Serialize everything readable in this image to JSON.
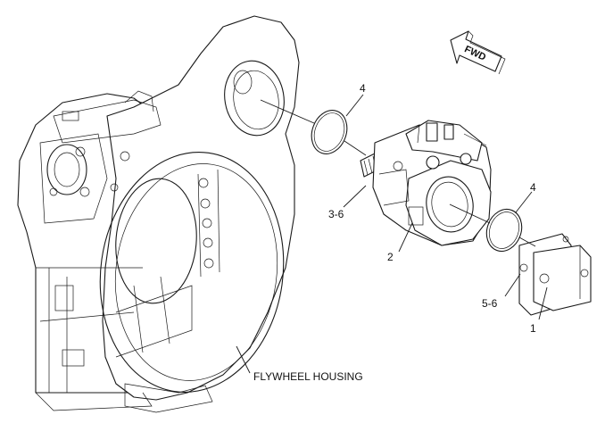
{
  "direction_indicator": {
    "label": "FWD"
  },
  "callouts": [
    {
      "id": "oring-upper",
      "label": "4"
    },
    {
      "id": "oring-lower",
      "label": "4"
    },
    {
      "id": "fittings",
      "label": "3-6"
    },
    {
      "id": "main-pump",
      "label": "2"
    },
    {
      "id": "bolts",
      "label": "5-6"
    },
    {
      "id": "gear-pump",
      "label": "1"
    }
  ],
  "component_label": {
    "text": "FLYWHEEL HOUSING"
  }
}
